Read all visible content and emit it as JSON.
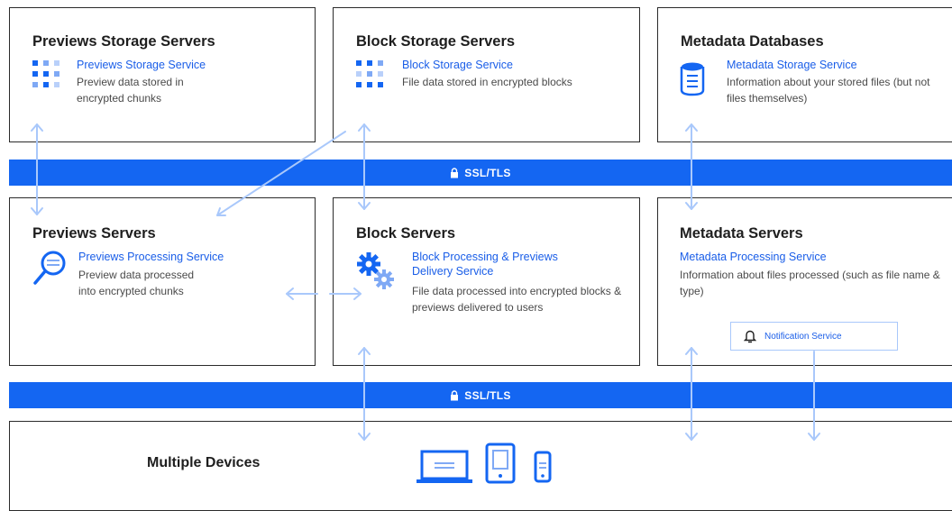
{
  "storage_row": {
    "previews_storage": {
      "title": "Previews Storage Servers",
      "service": "Previews Storage Service",
      "description": "Preview data stored in encrypted chunks"
    },
    "block_storage": {
      "title": "Block Storage Servers",
      "service": "Block Storage Service",
      "description": "File data stored in encrypted blocks"
    },
    "metadata_databases": {
      "title": "Metadata Databases",
      "service": "Metadata Storage Service",
      "description": "Information about your stored files (but not files themselves)"
    }
  },
  "top_band": {
    "label": "SSL/TLS"
  },
  "server_row": {
    "previews_servers": {
      "title": "Previews Servers",
      "service": "Previews Processing Service",
      "description": "Preview data processed into encrypted chunks"
    },
    "block_servers": {
      "title": "Block Servers",
      "service": "Block Processing & Previews Delivery Service",
      "description": "File data processed into encrypted blocks & previews delivered to users"
    },
    "metadata_servers": {
      "title": "Metadata Servers",
      "service": "Metadata Processing Service",
      "description": "Information about files processed (such as file name & type)",
      "notification": "Notification Service"
    }
  },
  "bottom_band": {
    "label": "SSL/TLS"
  },
  "devices": {
    "title": "Multiple Devices"
  },
  "colors": {
    "accent_blue": "#1466f2",
    "light_blue": "#a9c8fb",
    "border": "#2b2b2b"
  },
  "icons": [
    "grid-dots-icon",
    "grid-dots-icon",
    "database-icon",
    "magnifier-icon",
    "gears-icon",
    "bell-icon",
    "laptop-icon",
    "tablet-icon",
    "phone-icon",
    "lock-icon"
  ]
}
